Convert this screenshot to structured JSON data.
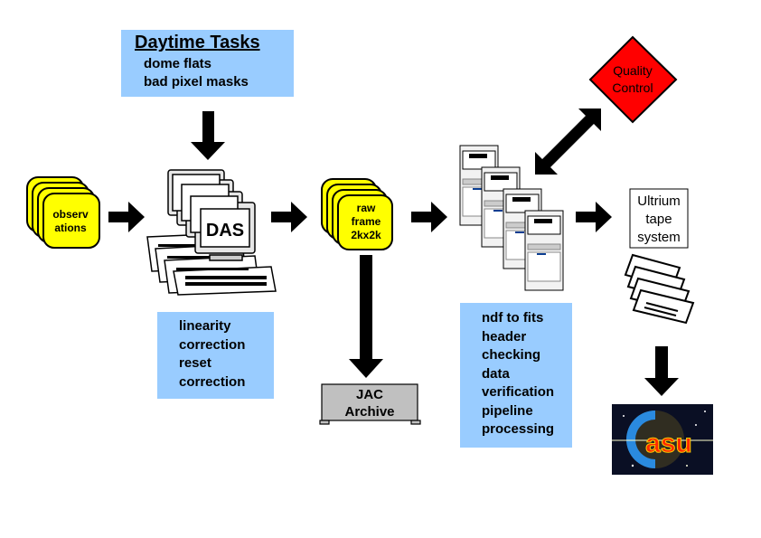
{
  "daytime_tasks": {
    "title": "Daytime Tasks",
    "items": [
      "dome flats",
      "bad pixel masks"
    ]
  },
  "observations": {
    "line1": "observ",
    "line2": "ations"
  },
  "das": {
    "label": "DAS"
  },
  "raw_frame": {
    "line1": "raw",
    "line2": "frame",
    "line3": "2kx2k"
  },
  "das_tasks": {
    "items": [
      "linearity",
      "correction",
      "reset",
      "correction"
    ]
  },
  "archive": {
    "line1": "JAC",
    "line2": "Archive"
  },
  "processing_tasks": {
    "items": [
      "ndf to fits",
      "header",
      "checking",
      "data",
      "verification",
      "pipeline",
      "processing"
    ]
  },
  "quality_control": {
    "line1": "Quality",
    "line2": "Control"
  },
  "tape": {
    "line1": "Ultrium",
    "line2": "tape",
    "line3": "system"
  },
  "logo": {
    "label": "asu"
  },
  "colors": {
    "task_box": "#99ccff",
    "stack_fill": "#ffff00",
    "quality_fill": "#ff0000",
    "archive_fill": "#c0c0c0"
  }
}
